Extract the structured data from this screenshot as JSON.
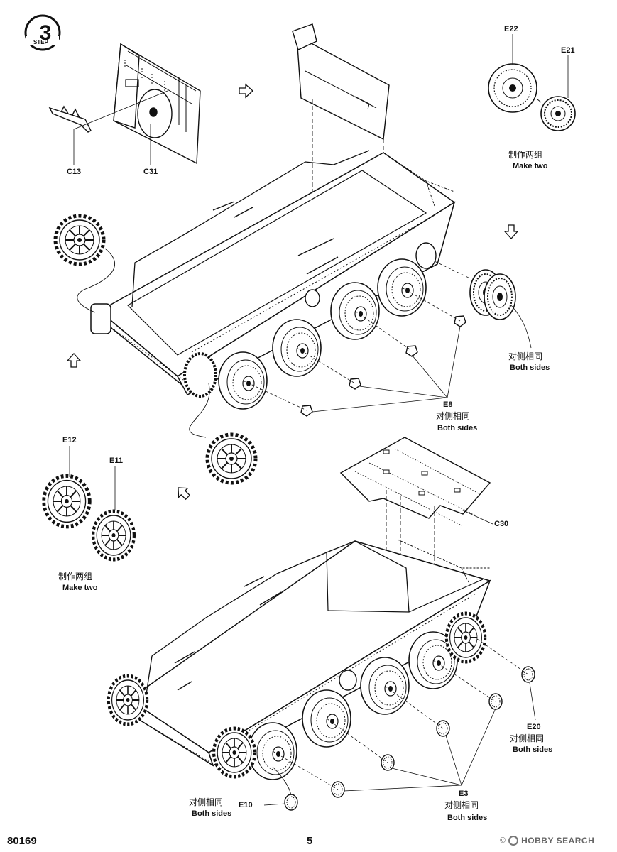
{
  "step": {
    "label": "STEP",
    "number": "3"
  },
  "parts": {
    "c13": "C13",
    "c31": "C31",
    "e22": "E22",
    "e21": "E21",
    "e12": "E12",
    "e11": "E11",
    "e8": "E8",
    "c30": "C30",
    "e20": "E20",
    "e3": "E3",
    "e10": "E10"
  },
  "notes": {
    "make_two_cn": "制作两组",
    "make_two_en": "Make two",
    "both_sides_cn": "对侧相同",
    "both_sides_en": "Both sides"
  },
  "footer": {
    "kit_number": "80169",
    "page_number": "5",
    "watermark_brand": "HOBBY SEARCH",
    "watermark_prefix": "©"
  }
}
